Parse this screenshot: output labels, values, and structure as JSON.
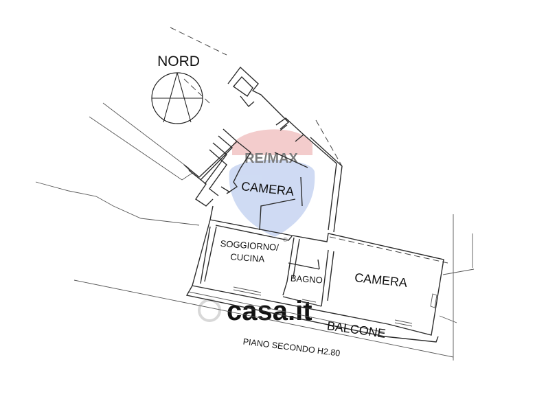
{
  "compass": {
    "label": "NORD"
  },
  "rooms": {
    "camera_upper": "CAMERA",
    "soggiorno_line1": "SOGGIORNO/",
    "soggiorno_line2": "CUCINA",
    "bagno": "BAGNO",
    "camera_lower": "CAMERA",
    "balcone": "BALCONE"
  },
  "caption": "PIANO SECONDO H2.80",
  "watermarks": {
    "remax": "RE/MAX",
    "casa": "casa.it"
  },
  "colors": {
    "line": "#2b2b2b",
    "remax_red": "#e8a0a0",
    "remax_blue": "#9fb3e6",
    "casa_watermark": "#d8d8d8"
  }
}
